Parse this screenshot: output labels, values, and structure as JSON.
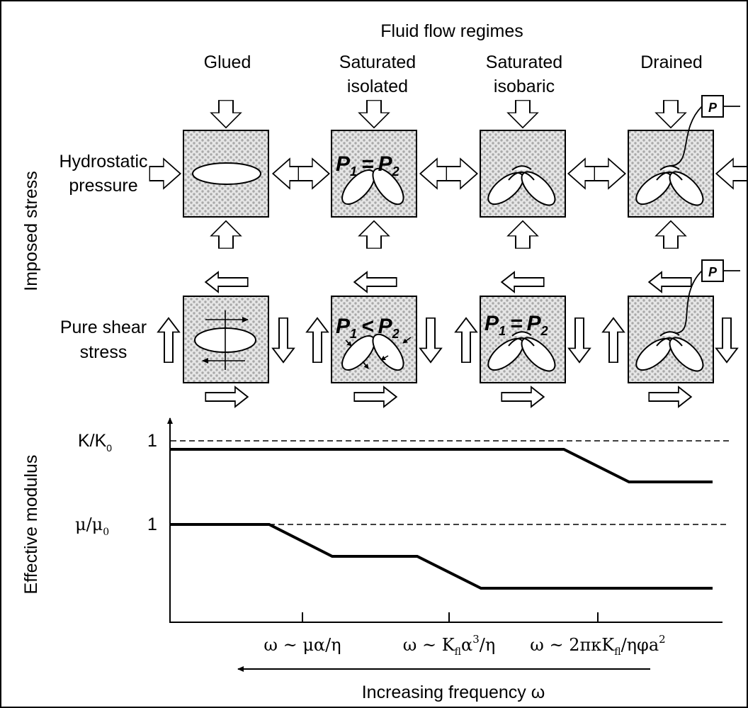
{
  "title": "Fluid flow regimes",
  "columns": [
    "Glued",
    "Saturated",
    "isolated",
    "Saturated",
    "isobaric",
    "Drained"
  ],
  "rows": {
    "group_label": "Imposed stress",
    "hydrostatic": [
      "Hydrostatic",
      "pressure"
    ],
    "shear": [
      "Pure shear",
      "stress"
    ]
  },
  "equations": {
    "P": "P",
    "one": "1",
    "two": "2",
    "eq": "=",
    "lt": "<",
    "gauge": "P"
  },
  "chart_data": {
    "type": "line",
    "ylabel": "Effective modulus",
    "xlabel": "Increasing frequency ω",
    "series_labels": [
      {
        "main": "K/K",
        "sub": "0",
        "ref": "1"
      },
      {
        "main": "μ/μ",
        "sub": "0",
        "ref": "1"
      }
    ],
    "tick_labels": [
      {
        "a": "ω ~ μα/η"
      },
      {
        "a": "ω ~ K",
        "sub": "fl",
        "b": "α",
        "sup": "3",
        "c": "/η"
      },
      {
        "a": "ω ~ 2πκK",
        "sub": "fl",
        "b": "/ηφa",
        "sup": "2"
      }
    ]
  }
}
